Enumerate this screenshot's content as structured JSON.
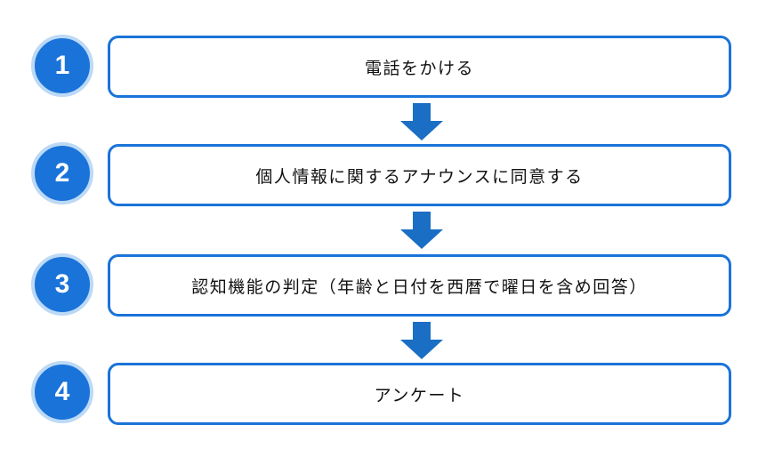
{
  "steps": [
    {
      "number": "1",
      "label": "電話をかける"
    },
    {
      "number": "2",
      "label": "個人情報に関するアナウンスに同意する"
    },
    {
      "number": "3",
      "label": "認知機能の判定（年齢と日付を西暦で曜日を含め回答）"
    },
    {
      "number": "4",
      "label": "アンケート"
    }
  ],
  "colors": {
    "accent": "#1a73d9",
    "badge_ring": "#bcd9f5",
    "arrow": "#1a6fc4",
    "text": "#111111"
  }
}
